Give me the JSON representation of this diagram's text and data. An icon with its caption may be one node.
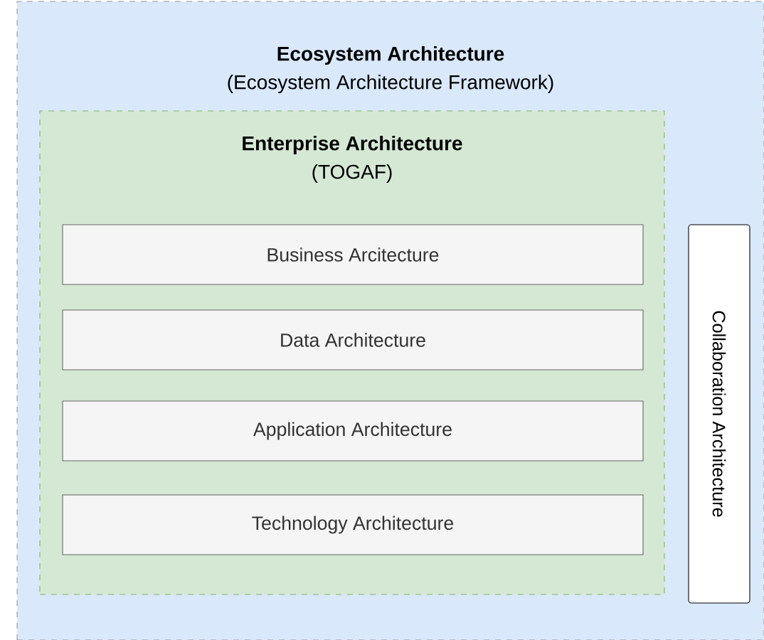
{
  "diagram": {
    "nodes": [
      {
        "text": [
          "Ecosystem Architecture",
          "(Ecosystem Architecture Framework)"
        ]
      },
      {
        "text": [
          "Enterprise Architecture",
          "(TOGAF)"
        ],
        "in": 0
      },
      {
        "text": [
          "Business Arcitecture"
        ],
        "in": 1
      },
      {
        "text": [
          "Data Architecture"
        ],
        "in": 1
      },
      {
        "text": [
          "Application Architecture"
        ],
        "in": 1
      },
      {
        "text": [
          "Technology Architecture"
        ],
        "in": 1
      },
      {
        "text": [
          "Collaboration Architecture"
        ],
        "in": 0
      }
    ]
  }
}
